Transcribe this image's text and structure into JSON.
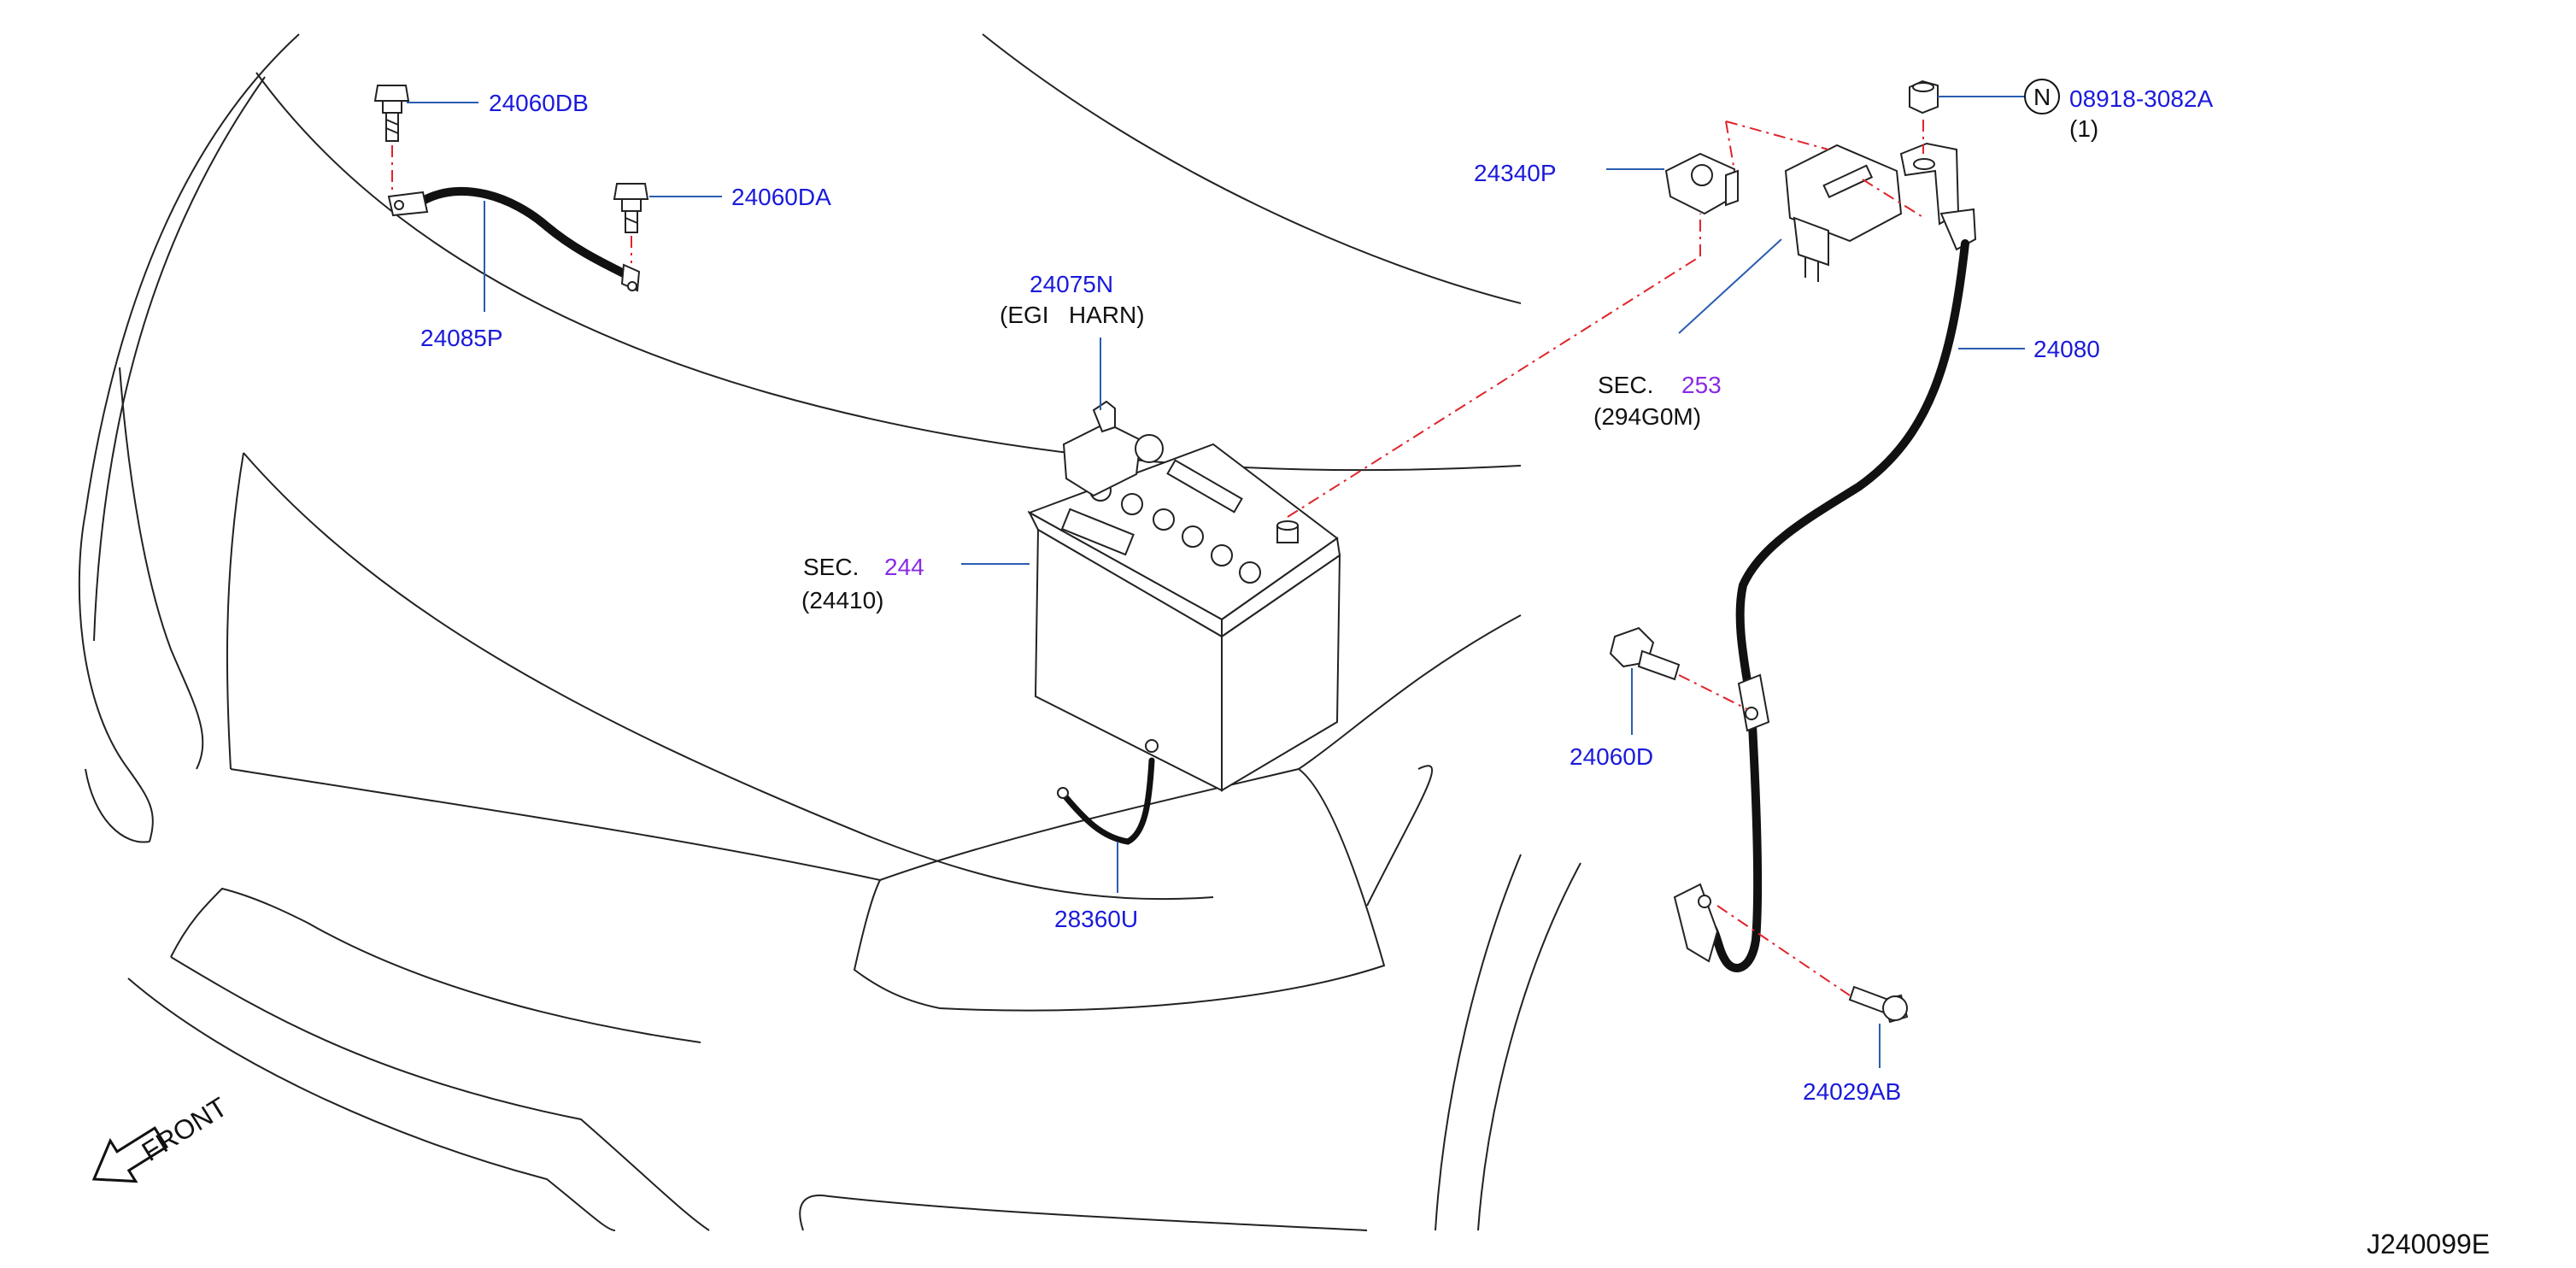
{
  "parts": {
    "p24060db": "24060DB",
    "p24060da": "24060DA",
    "p24085p": "24085P",
    "p24075n": "24075N",
    "egi_harn": "(EGI   HARN)",
    "sec_a": "SEC.",
    "sec_244": "244",
    "p24410": "(24410)",
    "p28360u": "28360U",
    "p24340p": "24340P",
    "sec_b": "SEC.",
    "sec_253": "253",
    "p294g0m": "(294G0M)",
    "nut_symbol": "N",
    "p08918": "08918-3082A",
    "qty": "(1)",
    "p24080": "24080",
    "p24060d": "24060D",
    "p24029ab": "24029AB"
  },
  "direction": "FRONT",
  "figure_id": "J240099E",
  "colors": {
    "part_number": "#1a1adb",
    "section_ref": "#8a2be2",
    "leader": "#2a5db0",
    "phantom_line": "#e0242b"
  }
}
